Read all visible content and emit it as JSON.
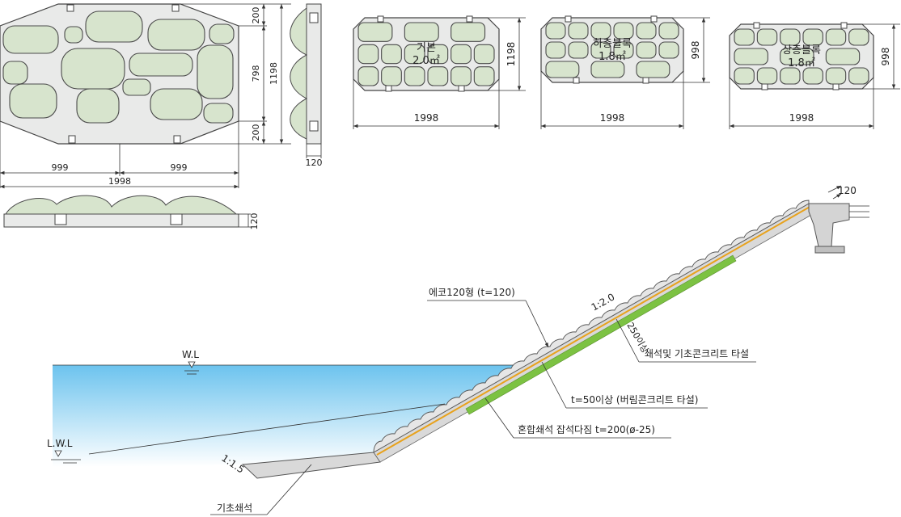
{
  "elevation_dims": {
    "top": "200",
    "middle": "798",
    "bottom": "200",
    "total_height": "1198",
    "half_width_left": "999",
    "half_width_right": "999",
    "total_width": "1998",
    "side_thickness": "120",
    "section_thickness": "120"
  },
  "blocks": [
    {
      "name": "기본",
      "area": "2.0㎡",
      "height": "1198",
      "width": "1998"
    },
    {
      "name": "하층블록",
      "area": "1.8㎡",
      "height": "998",
      "width": "1998"
    },
    {
      "name": "상층블록",
      "area": "1.8㎡",
      "height": "998",
      "width": "1998"
    }
  ],
  "section": {
    "top_thickness": "120",
    "product": "에코120형 (t=120)",
    "slope_upper": "1:2.0",
    "thickness_250": "250이상",
    "gravel_concrete": "쇄석및 기초콘크리트 타설",
    "lean_concrete": "t=50이상 (버림콘크리트 타설)",
    "mixed_gravel": "혼합쇄석 잡석다짐 t=200(ø-25)",
    "slope_lower": "1:1.5",
    "foundation": "기초쇄석",
    "wl": "W.L",
    "lwl": "L.W.L"
  }
}
